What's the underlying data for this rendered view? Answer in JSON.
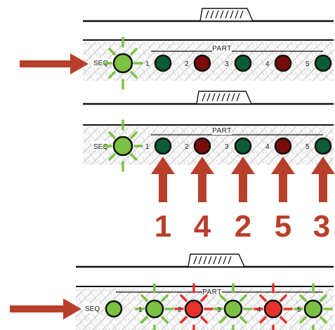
{
  "panels": [
    {
      "part_label": "PART",
      "seq_label": "SEQ",
      "seq_state": "lit",
      "leds": [
        {
          "number": "1",
          "color": "green",
          "state": "off"
        },
        {
          "number": "2",
          "color": "red",
          "state": "off"
        },
        {
          "number": "3",
          "color": "green",
          "state": "off"
        },
        {
          "number": "4",
          "color": "red",
          "state": "off"
        },
        {
          "number": "5",
          "color": "green",
          "state": "off"
        }
      ],
      "has_arrow": true
    },
    {
      "part_label": "PART",
      "seq_label": "SEQ",
      "seq_state": "lit",
      "leds": [
        {
          "number": "1",
          "color": "green",
          "state": "off"
        },
        {
          "number": "2",
          "color": "red",
          "state": "off"
        },
        {
          "number": "3",
          "color": "green",
          "state": "off"
        },
        {
          "number": "4",
          "color": "red",
          "state": "off"
        },
        {
          "number": "5",
          "color": "green",
          "state": "off"
        }
      ],
      "has_arrow": false,
      "order_labels": [
        "1",
        "4",
        "2",
        "5",
        "3"
      ]
    },
    {
      "part_label": "PART",
      "seq_label": "SEQ",
      "seq_state": "on",
      "leds": [
        {
          "number": "1",
          "color": "green",
          "state": "lit"
        },
        {
          "number": "2",
          "color": "red",
          "state": "lit"
        },
        {
          "number": "3",
          "color": "green",
          "state": "lit"
        },
        {
          "number": "4",
          "color": "red",
          "state": "lit"
        },
        {
          "number": "5",
          "color": "green",
          "state": "lit"
        }
      ],
      "has_arrow": true
    }
  ],
  "colors": {
    "led_green_dark": "#0d5b38",
    "led_red_dark": "#7a0b0b",
    "led_green_lit": "#7cc242",
    "led_red_lit": "#e8312c",
    "arrow": "#b8402b",
    "line": "#111111",
    "hatch": "#bdbdbd"
  }
}
